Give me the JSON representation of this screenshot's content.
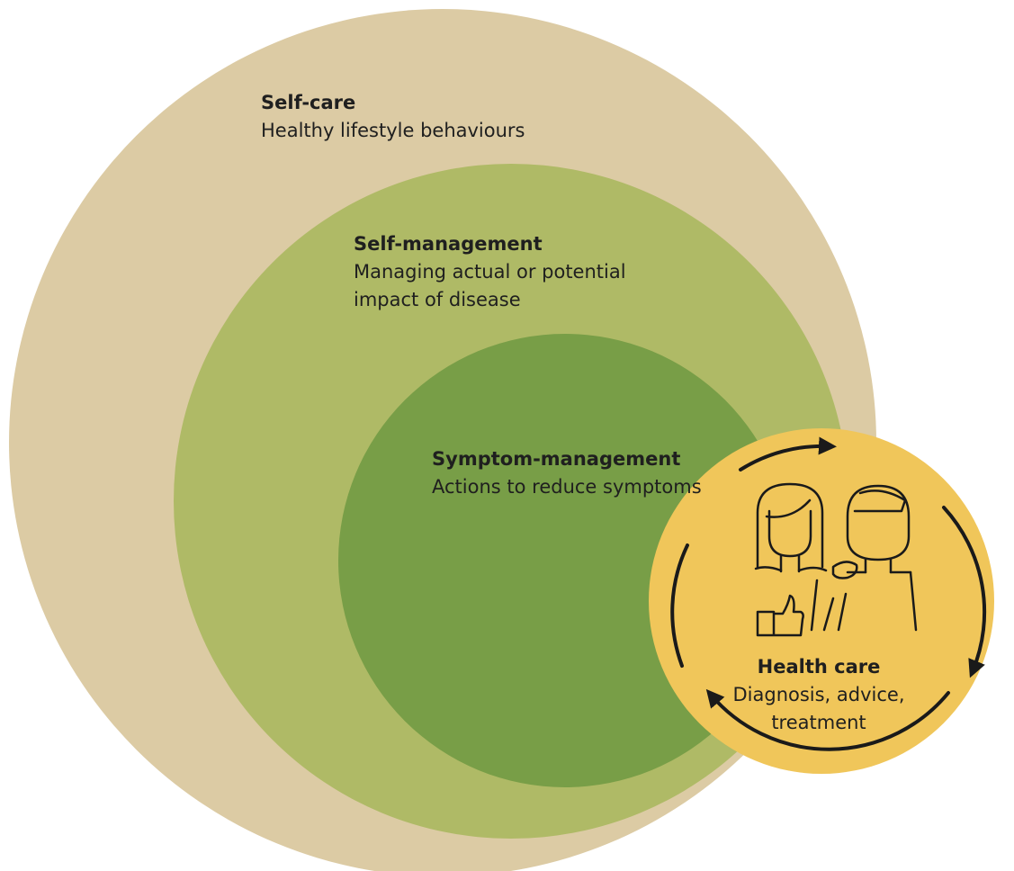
{
  "colors": {
    "self_care": "#dccba4",
    "self_management": "#afba66",
    "symptom_management": "#789e47",
    "health_care": "#f0c65a",
    "stroke": "#1a1a1a"
  },
  "self_care": {
    "title": "Self-care",
    "description": "Healthy lifestyle behaviours"
  },
  "self_management": {
    "title": "Self-management",
    "description": "Managing actual or potential impact of disease"
  },
  "symptom_management": {
    "title": "Symptom-management",
    "description": "Actions to reduce symptoms"
  },
  "health_care": {
    "title": "Health care",
    "description": "Diagnosis, advice, treatment",
    "icon": "patient-and-clinician-icon"
  }
}
